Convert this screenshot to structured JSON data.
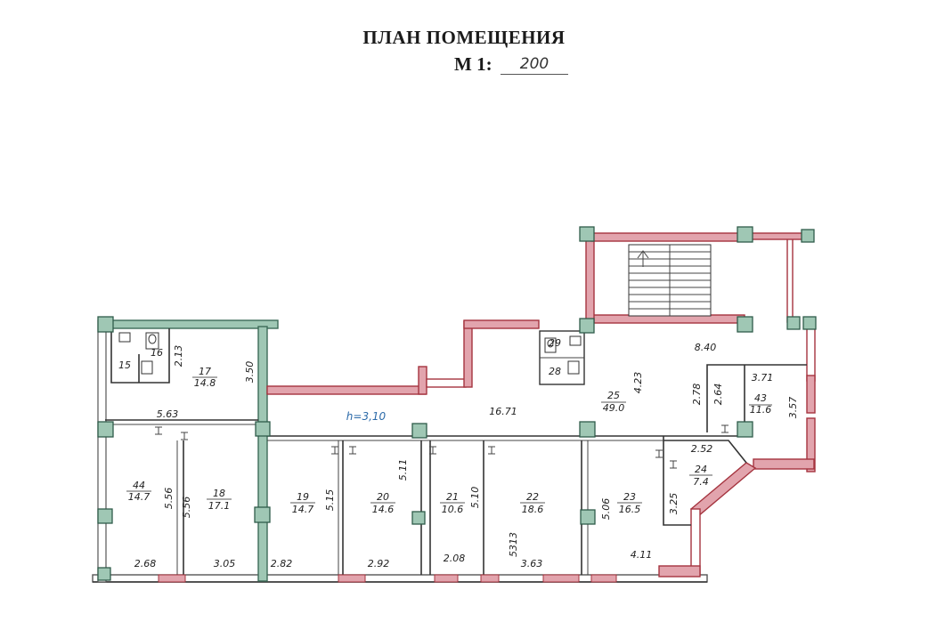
{
  "title": "ПЛАН ПОМЕЩЕНИЯ",
  "scale": {
    "label": "М 1:",
    "value": "200"
  },
  "ceiling_height": "h=3,10",
  "rooms": [
    {
      "number": "15",
      "area": ""
    },
    {
      "number": "16",
      "area": ""
    },
    {
      "number": "17",
      "area": "14.8"
    },
    {
      "number": "28",
      "area": ""
    },
    {
      "number": "29",
      "area": ""
    },
    {
      "number": "25",
      "area": "49.0"
    },
    {
      "number": "43",
      "area": "11.6"
    },
    {
      "number": "44",
      "area": "14.7"
    },
    {
      "number": "18",
      "area": "17.1"
    },
    {
      "number": "19",
      "area": "14.7"
    },
    {
      "number": "20",
      "area": "14.6"
    },
    {
      "number": "21",
      "area": "10.6"
    },
    {
      "number": "22",
      "area": "18.6"
    },
    {
      "number": "23",
      "area": "16.5"
    },
    {
      "number": "24",
      "area": "7.4"
    }
  ],
  "dimensions": [
    "2.13",
    "3.50",
    "5.63",
    "16.71",
    "8.40",
    "4.23",
    "2.78",
    "2.64",
    "3.71",
    "3.57",
    "5.56",
    "5.56",
    "5.15",
    "5.11",
    "5.10",
    "5.06",
    "3.25",
    "2.52",
    "2.68",
    "3.05",
    "2.82",
    "2.92",
    "2.08",
    "5313",
    "3.63",
    "4.11"
  ]
}
